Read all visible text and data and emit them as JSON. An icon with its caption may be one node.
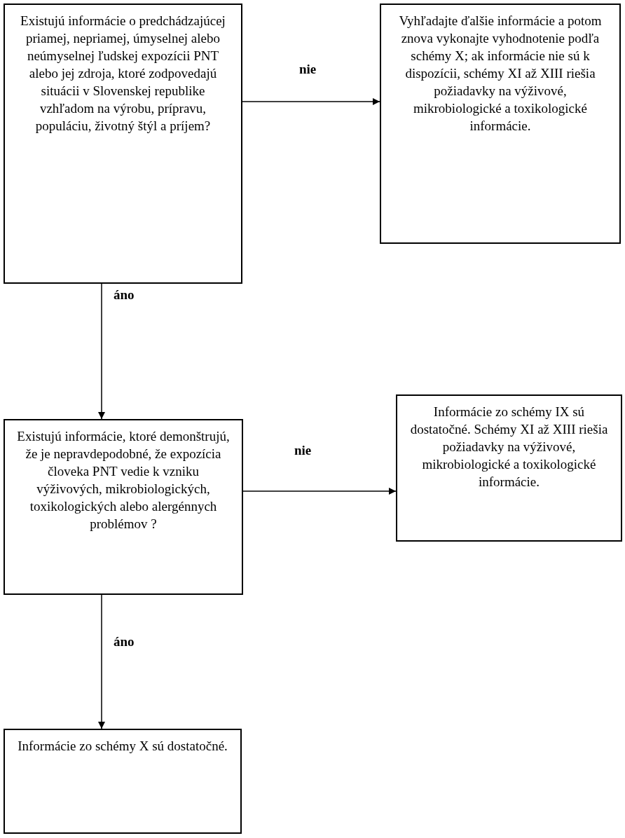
{
  "diagram": {
    "nodes": [
      {
        "text": [
          "Existujú informácie o predchádzajúcej priamej, nepriamej, úmyselnej alebo neúmyselnej ľudskej expozícii PNT alebo jej zdroja, ktoré zodpovedajú situácii v Slovenskej republike vzhľadom na výrobu, prípravu, populáciu, životný štýl a príjem?"
        ]
      },
      {
        "text": [
          "Vyhľadajte ďalšie informácie a potom znova vykonajte vyhodnotenie podľa schémy X; ak informácie nie sú k dispozícii, schémy XI až XIII riešia požiadavky na výživové, mikrobiologické a toxikologické informácie."
        ]
      },
      {
        "text": [
          "Existujú informácie, ktoré demonštrujú, že je nepravdepodobné, že expozícia človeka PNT vedie k vzniku výživových, mikrobiologických, toxikologických alebo alergénnych problémov ?"
        ]
      },
      {
        "text": [
          "Informácie zo schémy IX sú dostatočné. Schémy XI až XIII riešia požiadavky na výživové, mikrobiologické a toxikologické informácie."
        ]
      },
      {
        "text": [
          "Informácie zo schémy X sú dostatočné."
        ]
      }
    ],
    "edges": [
      {
        "from": 0,
        "to": 1,
        "arrow": "to",
        "label": "nie"
      },
      {
        "from": 0,
        "to": 2,
        "arrow": "to",
        "label": "áno"
      },
      {
        "from": 2,
        "to": 3,
        "arrow": "to",
        "label": "nie"
      },
      {
        "from": 2,
        "to": 4,
        "arrow": "to",
        "label": "áno"
      }
    ]
  }
}
